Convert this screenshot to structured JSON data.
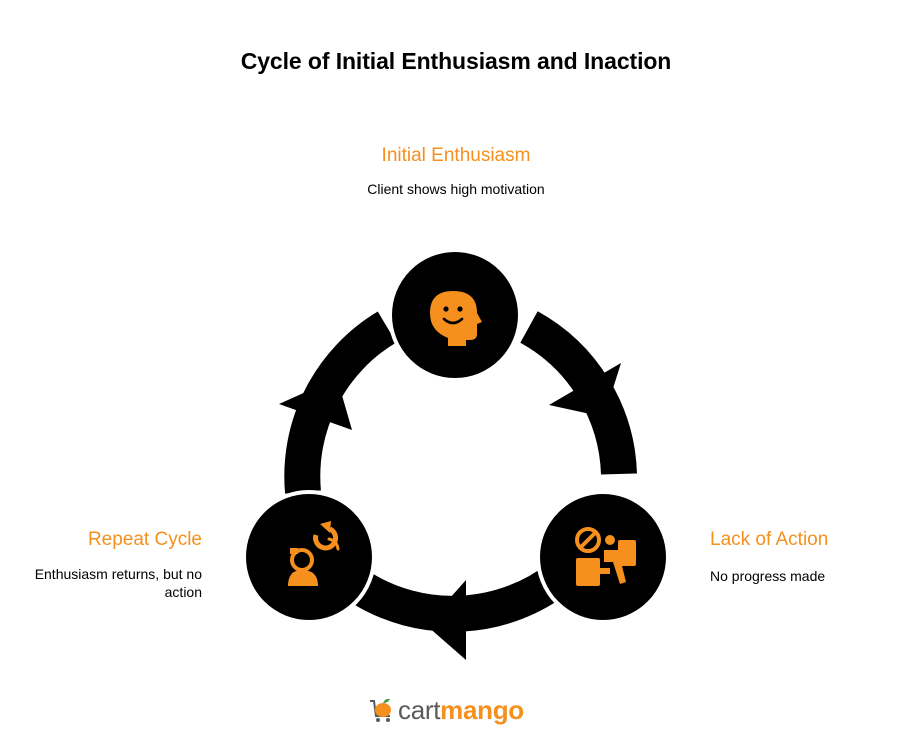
{
  "title": "Cycle of Initial Enthusiasm and Inaction",
  "nodes": {
    "top": {
      "label": "Initial Enthusiasm",
      "description": "Client shows high motivation",
      "icon": "smiling-head-icon"
    },
    "right": {
      "label": "Lack of Action",
      "description": "No progress made",
      "icon": "blocked-person-icon"
    },
    "left": {
      "label": "Repeat Cycle",
      "description": "Enthusiasm returns, but no action",
      "icon": "repeat-person-icon"
    }
  },
  "colors": {
    "accent": "#F5901E",
    "ring": "#000000",
    "text": "#000000"
  },
  "logo": {
    "part1": "cart",
    "part2": "mango",
    "icon": "mango-cart-icon"
  }
}
